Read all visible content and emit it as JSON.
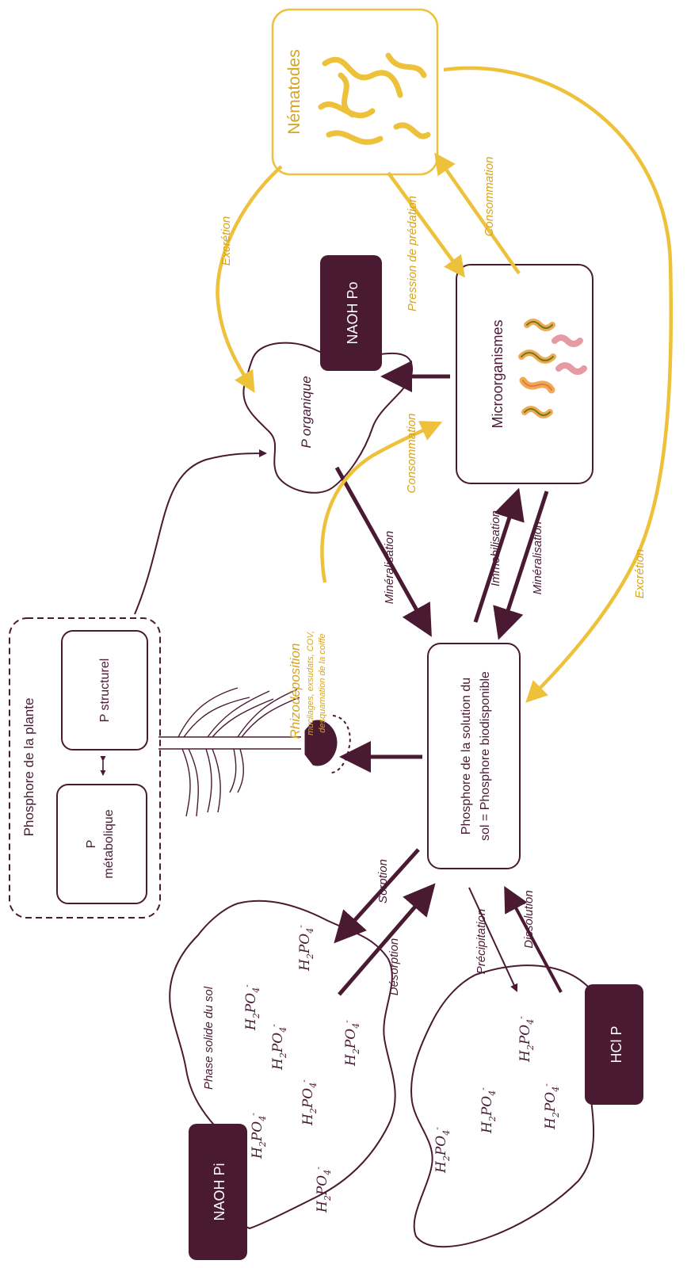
{
  "plant": {
    "group_title": "Phosphore de la plante",
    "metabolic_line1": "P",
    "metabolic_line2": "métabolique",
    "structural": "P structurel"
  },
  "rhizodeposition": {
    "title": "Rhizodéposition",
    "detail_line1": "mucilages, exsudats, COV,",
    "detail_line2": "desquamation de la coiffe"
  },
  "solution": {
    "line1": "Phosphore de la solution du",
    "line2": "sol = Phosphore biodisponible"
  },
  "organic": {
    "label": "P organique"
  },
  "microorganisms": {
    "label": "Microorganismes"
  },
  "nematodes": {
    "label": "Nématodes"
  },
  "badges": {
    "naoh_po": "NAOH Po",
    "naoh_pi": "NAOH Pi",
    "hcl_p": "HCl P"
  },
  "solid_phase": {
    "label": "Phase solide du sol"
  },
  "ion": {
    "base": "H",
    "sub": "2",
    "mid": "PO",
    "sub2": "4",
    "sup": "-"
  },
  "flows": {
    "mineralisation_organic": "Minéralisation",
    "immobilisation": "Immobilisation",
    "mineralisation_micro": "Minéralisation",
    "consommation_micro": "Consommation",
    "consommation_nem": "Consommation",
    "pression": "Pression de prédation",
    "excretion_top": "Excrétion",
    "excretion_right": "Excrétion",
    "sorption": "Sorption",
    "desorption": "Désorption",
    "precipitation": "Précipitation",
    "dissolution": "Dissolution"
  },
  "colors": {
    "plum": "#4a1a33",
    "gold": "#eec13a",
    "gold_text": "#d8a41b",
    "microbe_pink": "#e79aa3",
    "microbe_green": "#6d7a1f",
    "microbe_orange": "#f0aa52"
  }
}
